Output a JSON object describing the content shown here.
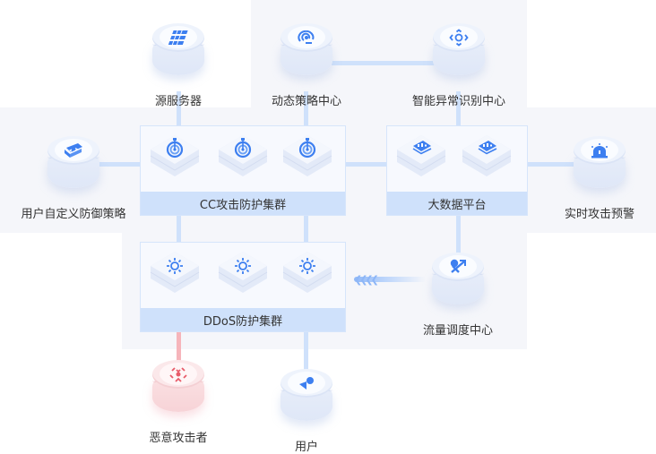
{
  "diagram": {
    "title": "",
    "nodes": {
      "origin_server": {
        "label": "源服务器",
        "icon": "server-rack-icon"
      },
      "dynamic_policy": {
        "label": "动态策略中心",
        "icon": "fingerprint-signal-icon"
      },
      "anomaly_detection": {
        "label": "智能异常识别中心",
        "icon": "target-scan-icon"
      },
      "custom_policy": {
        "label": "用户自定义防御策略",
        "icon": "code-window-icon"
      },
      "realtime_alert": {
        "label": "实时攻击预警",
        "icon": "alarm-siren-icon"
      },
      "traffic_scheduling": {
        "label": "流量调度中心",
        "icon": "route-arrows-icon"
      },
      "attacker": {
        "label": "恶意攻击者",
        "icon": "attack-burst-icon"
      },
      "user": {
        "label": "用户",
        "icon": "user-icon"
      }
    },
    "clusters": {
      "cc": {
        "label": "CC攻击防护集群",
        "icon": "target-dart-icon",
        "count": 3
      },
      "bigdata": {
        "label": "大数据平台",
        "icon": "data-chart-icon",
        "count": 2
      },
      "ddos": {
        "label": "DDoS防护集群",
        "icon": "gear-shield-icon",
        "count": 3
      }
    },
    "colors": {
      "accent": "#3d7ff0",
      "line": "#cfe1fb",
      "attack_line": "#f6b5bb",
      "attacker": "#e85c6a",
      "region_bg": "#f5f6fa",
      "caption_bg": "#cfe1fb"
    },
    "edges": [
      {
        "from": "origin_server",
        "to": "cc"
      },
      {
        "from": "dynamic_policy",
        "to": "cc"
      },
      {
        "from": "dynamic_policy",
        "to": "anomaly_detection"
      },
      {
        "from": "anomaly_detection",
        "to": "bigdata"
      },
      {
        "from": "custom_policy",
        "to": "cc"
      },
      {
        "from": "cc",
        "to": "bigdata"
      },
      {
        "from": "bigdata",
        "to": "realtime_alert"
      },
      {
        "from": "cc",
        "to": "ddos"
      },
      {
        "from": "bigdata",
        "to": "traffic_scheduling"
      },
      {
        "from": "traffic_scheduling",
        "to": "ddos",
        "style": "flow-arrow"
      },
      {
        "from": "attacker",
        "to": "ddos",
        "style": "attack"
      },
      {
        "from": "user",
        "to": "ddos"
      }
    ]
  }
}
